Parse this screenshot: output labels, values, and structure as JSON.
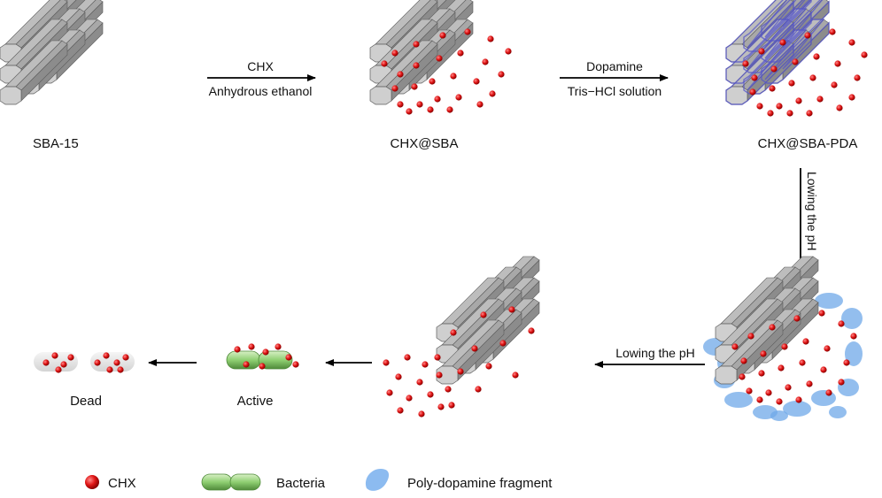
{
  "stages": {
    "sba15": "SBA-15",
    "chx_sba": "CHX@SBA",
    "chx_sba_pda": "CHX@SBA-PDA"
  },
  "steps": {
    "step1_top": "CHX",
    "step1_bottom": "Anhydrous ethanol",
    "step2_top": "Dopamine",
    "step2_bottom": "Tris−HCl solution",
    "step3_vertical": "Lowing the pH",
    "step4": "Lowing the pH"
  },
  "bacteria": {
    "active": "Active",
    "dead": "Dead"
  },
  "legend": {
    "chx": "CHX",
    "bacteria": "Bacteria",
    "pda": "Poly-dopamine fragment"
  },
  "colors": {
    "silica_top": "#a9a9a9",
    "silica_side": "#8e8e8e",
    "silica_end": "#c8c8c8",
    "chx": "#e01515",
    "bacteria": "#8fcf72",
    "pda": "#6fa8e8",
    "pda_outline": "#4a4aa8"
  }
}
